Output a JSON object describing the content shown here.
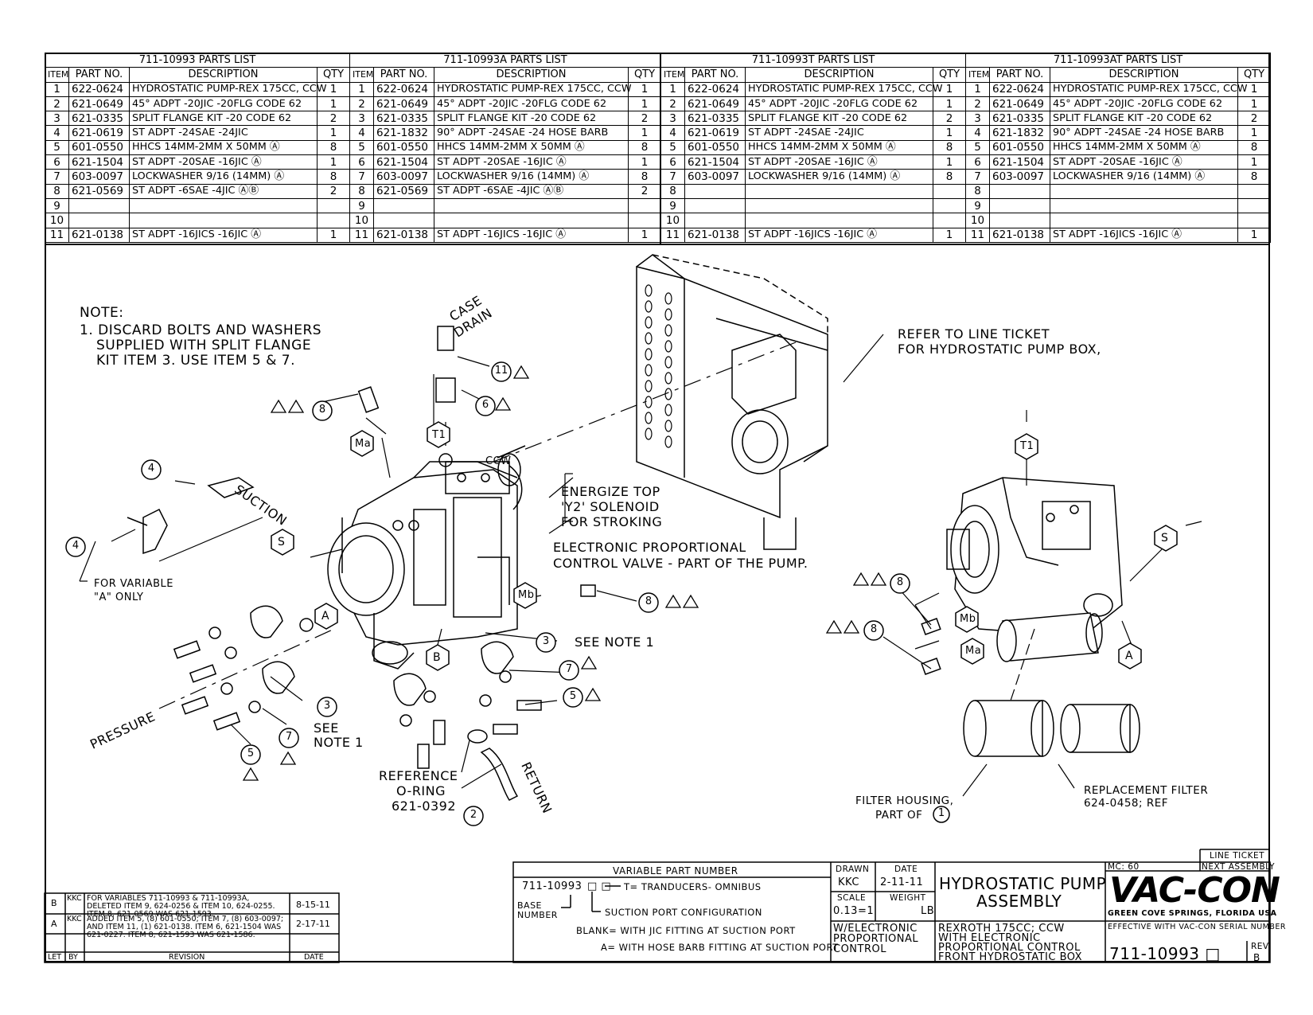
{
  "parts_lists": [
    {
      "title": "711-10993 PARTS LIST",
      "headers": [
        "ITEM",
        "PART NO.",
        "DESCRIPTION",
        "QTY"
      ],
      "rows": [
        [
          "1",
          "622-0624",
          "HYDROSTATIC PUMP-REX 175CC, CCW",
          "1"
        ],
        [
          "2",
          "621-0649",
          "45° ADPT -20JIC -20FLG CODE 62",
          "1"
        ],
        [
          "3",
          "621-0335",
          "SPLIT FLANGE KIT -20 CODE 62",
          "2"
        ],
        [
          "4",
          "621-0619",
          "ST ADPT -24SAE -24JIC",
          "1"
        ],
        [
          "5",
          "601-0550",
          "HHCS 14MM-2MM X 50MM  Ⓐ",
          "8"
        ],
        [
          "6",
          "621-1504",
          "ST ADPT -20SAE -16JIC  Ⓐ",
          "1"
        ],
        [
          "7",
          "603-0097",
          "LOCKWASHER 9/16 (14MM)  Ⓐ",
          "8"
        ],
        [
          "8",
          "621-0569",
          "ST ADPT -6SAE -4JIC  ⒶⒷ",
          "2"
        ],
        [
          "9",
          "",
          "",
          ""
        ],
        [
          "10",
          "",
          "",
          ""
        ],
        [
          "11",
          "621-0138",
          "ST ADPT -16JICS -16JIC  Ⓐ",
          "1"
        ]
      ]
    },
    {
      "title": "711-10993A PARTS LIST",
      "headers": [
        "ITEM",
        "PART NO.",
        "DESCRIPTION",
        "QTY"
      ],
      "rows": [
        [
          "1",
          "622-0624",
          "HYDROSTATIC PUMP-REX 175CC, CCW",
          "1"
        ],
        [
          "2",
          "621-0649",
          "45° ADPT -20JIC -20FLG CODE 62",
          "1"
        ],
        [
          "3",
          "621-0335",
          "SPLIT FLANGE KIT -20 CODE 62",
          "2"
        ],
        [
          "4",
          "621-1832",
          "90° ADPT -24SAE -24 HOSE BARB",
          "1"
        ],
        [
          "5",
          "601-0550",
          "HHCS 14MM-2MM X 50MM  Ⓐ",
          "8"
        ],
        [
          "6",
          "621-1504",
          "ST ADPT -20SAE -16JIC  Ⓐ",
          "1"
        ],
        [
          "7",
          "603-0097",
          "LOCKWASHER 9/16 (14MM)  Ⓐ",
          "8"
        ],
        [
          "8",
          "621-0569",
          "ST ADPT -6SAE -4JIC  ⒶⒷ",
          "2"
        ],
        [
          "9",
          "",
          "",
          ""
        ],
        [
          "10",
          "",
          "",
          ""
        ],
        [
          "11",
          "621-0138",
          "ST ADPT -16JICS -16JIC  Ⓐ",
          "1"
        ]
      ]
    },
    {
      "title": "711-10993T PARTS LIST",
      "headers": [
        "ITEM",
        "PART NO.",
        "DESCRIPTION",
        "QTY"
      ],
      "rows": [
        [
          "1",
          "622-0624",
          "HYDROSTATIC PUMP-REX 175CC, CCW",
          "1"
        ],
        [
          "2",
          "621-0649",
          "45° ADPT -20JIC -20FLG CODE 62",
          "1"
        ],
        [
          "3",
          "621-0335",
          "SPLIT FLANGE KIT -20 CODE 62",
          "2"
        ],
        [
          "4",
          "621-0619",
          "ST ADPT -24SAE -24JIC",
          "1"
        ],
        [
          "5",
          "601-0550",
          "HHCS 14MM-2MM X 50MM  Ⓐ",
          "8"
        ],
        [
          "6",
          "621-1504",
          "ST ADPT -20SAE -16JIC  Ⓐ",
          "1"
        ],
        [
          "7",
          "603-0097",
          "LOCKWASHER 9/16 (14MM)  Ⓐ",
          "8"
        ],
        [
          "8",
          "",
          "",
          ""
        ],
        [
          "9",
          "",
          "",
          ""
        ],
        [
          "10",
          "",
          "",
          ""
        ],
        [
          "11",
          "621-0138",
          "ST ADPT -16JICS -16JIC  Ⓐ",
          "1"
        ]
      ]
    },
    {
      "title": "711-10993AT PARTS LIST",
      "headers": [
        "ITEM",
        "PART NO.",
        "DESCRIPTION",
        "QTY"
      ],
      "rows": [
        [
          "1",
          "622-0624",
          "HYDROSTATIC PUMP-REX 175CC, CCW",
          "1"
        ],
        [
          "2",
          "621-0649",
          "45° ADPT -20JIC -20FLG CODE 62",
          "1"
        ],
        [
          "3",
          "621-0335",
          "SPLIT FLANGE KIT -20 CODE 62",
          "2"
        ],
        [
          "4",
          "621-1832",
          "90° ADPT -24SAE -24 HOSE BARB",
          "1"
        ],
        [
          "5",
          "601-0550",
          "HHCS 14MM-2MM X 50MM  Ⓐ",
          "8"
        ],
        [
          "6",
          "621-1504",
          "ST ADPT -20SAE -16JIC  Ⓐ",
          "1"
        ],
        [
          "7",
          "603-0097",
          "LOCKWASHER 9/16 (14MM)  Ⓐ",
          "8"
        ],
        [
          "8",
          "",
          "",
          ""
        ],
        [
          "9",
          "",
          "",
          ""
        ],
        [
          "10",
          "",
          "",
          ""
        ],
        [
          "11",
          "621-0138",
          "ST ADPT -16JICS -16JIC  Ⓐ",
          "1"
        ]
      ]
    }
  ],
  "notes": {
    "heading": "NOTE:",
    "line1": "1. DISCARD BOLTS AND WASHERS",
    "line2": "SUPPLIED WITH SPLIT FLANGE",
    "line3": "KIT ITEM 3.  USE ITEM 5 & 7."
  },
  "callouts": {
    "case_drain_1": "CASE",
    "case_drain_2": "DRAIN",
    "suction": "SUCTION",
    "pressure": "PRESSURE",
    "return": "RETURN",
    "ccw": "CCW",
    "energize_1": "ENERGIZE TOP",
    "energize_2": "'Y2' SOLENOID",
    "energize_3": "FOR STROKING",
    "epcv_1": "ELECTRONIC PROPORTIONAL",
    "epcv_2": "CONTROL VALVE - PART OF THE PUMP.",
    "refer_1": "REFER TO LINE TICKET",
    "refer_2": "FOR HYDROSTATIC PUMP BOX,",
    "variable_1": "FOR VARIABLE",
    "variable_2": "\"A\" ONLY",
    "see_note_1": "SEE NOTE 1",
    "see": "SEE",
    "note_1": "NOTE 1",
    "oring_1": "REFERENCE",
    "oring_2": "O-RING",
    "oring_3": "621-0392",
    "filter_1": "FILTER HOUSING,",
    "filter_2": "PART OF",
    "replacement_1": "REPLACEMENT FILTER",
    "replacement_2": "624-0458; REF"
  },
  "port_labels": {
    "ma": "Ma",
    "mb": "Mb",
    "t1": "T1",
    "s": "S",
    "a": "A",
    "b": "B"
  },
  "balloons": [
    "4",
    "4",
    "8",
    "11",
    "6",
    "8",
    "3",
    "7",
    "5",
    "3",
    "7",
    "5",
    "2",
    "8",
    "8",
    "1"
  ],
  "revisions": {
    "rows": [
      {
        "let": "B",
        "by": "KKC",
        "text": "FOR VARIABLES 711-10993 & 711-10993A, DELETED ITEM 9, 624-0256 & ITEM 10, 624-0255. ITEM 8, 621-0569 WAS 621-1593.",
        "date": "8-15-11"
      },
      {
        "let": "A",
        "by": "KKC",
        "text": "ADDED ITEM 5, (8) 601-0550; ITEM 7, (8) 603-0097; AND ITEM 11, (1) 621-0138. ITEM 6, 621-1504 WAS 621-0227. ITEM 8, 621-1593 WAS 621-1586.",
        "date": "2-17-11"
      }
    ],
    "h_let": "LET",
    "h_by": "BY",
    "h_rev": "REVISION",
    "h_date": "DATE"
  },
  "variable_pn": {
    "title": "VARIABLE PART NUMBER",
    "base": "711-10993",
    "boxes": "□ □",
    "t_desc": "T= TRANDUCERS- OMNIBUS",
    "base_label_1": "BASE",
    "base_label_2": "NUMBER",
    "suction_cfg": "SUCTION PORT CONFIGURATION",
    "blank": "BLANK= WITH JIC FITTING AT SUCTION PORT",
    "a_opt": "A= WITH HOSE BARB FITTING AT SUCTION PORT"
  },
  "title_block": {
    "drawn_label": "DRAWN",
    "drawn": "KKC",
    "date_label": "DATE",
    "date": "2-11-11",
    "scale_label": "SCALE",
    "scale": "0.13=1",
    "weight_label": "WEIGHT",
    "weight_unit": "LB",
    "option_1": "W/ELECTRONIC",
    "option_2": "PROPORTIONAL",
    "option_3": "CONTROL",
    "title_1": "HYDROSTATIC PUMP",
    "title_2": "ASSEMBLY",
    "desc_1": "REXROTH 175CC; CCW",
    "desc_2": "WITH ELECTRONIC",
    "desc_3": "PROPORTIONAL CONTROL",
    "desc_4": "FRONT HYDROSTATIC BOX",
    "mc": "MC: 60",
    "line_ticket": "LINE TICKET",
    "next_assembly": "NEXT ASSEMBLY",
    "logo": "VAC-CON",
    "location": "GREEN COVE SPRINGS, FLORIDA USA",
    "effective": "EFFECTIVE WITH VAC-CON SERIAL NUMBER",
    "part_number": "711-10993 □",
    "rev_label": "REV",
    "rev": "B"
  }
}
